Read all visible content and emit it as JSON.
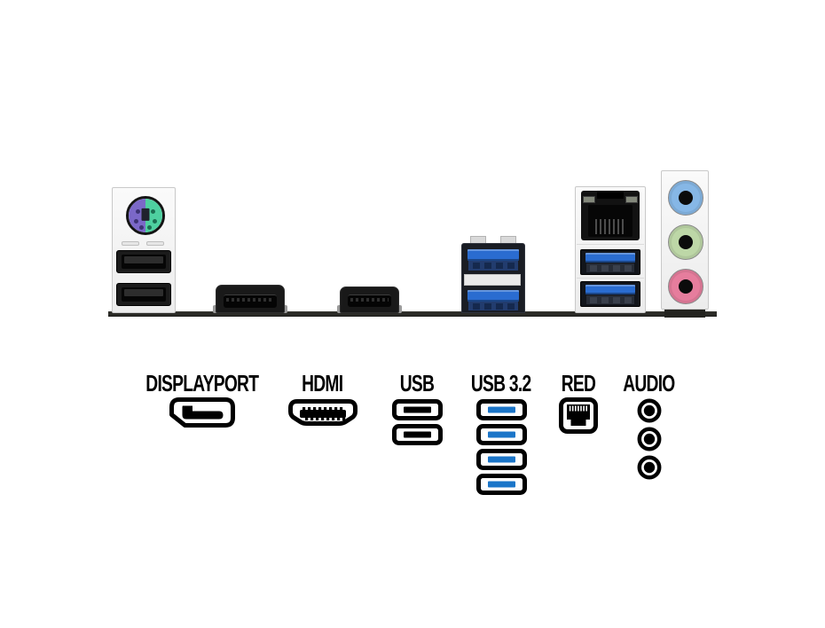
{
  "legend": {
    "items": [
      {
        "label": "DISPLAYPORT",
        "icon": "displayport-icon"
      },
      {
        "label": "HDMI",
        "icon": "hdmi-icon"
      },
      {
        "label": "USB",
        "icon": "usb-port-icon",
        "port_count": 2,
        "bar_color": "#000000"
      },
      {
        "label": "USB 3.2",
        "icon": "usb-port-icon",
        "port_count": 4,
        "bar_color": "#1b75c8"
      },
      {
        "label": "RED",
        "icon": "ethernet-icon"
      },
      {
        "label": "AUDIO",
        "icon": "audio-jack-icon",
        "jack_count": 3
      }
    ]
  },
  "panel": {
    "ps2_port": {
      "left_color": "#7b68c8",
      "right_color": "#4ed0a0"
    },
    "usb2_ports": 2,
    "usb3_mid_ports": 2,
    "lan_usb3_ports": 2,
    "usb3_tongue_color": "#2a6cd0",
    "audio_jacks": [
      {
        "name": "line-in-jack",
        "color": "#86b7e6"
      },
      {
        "name": "line-out-jack",
        "color": "#bdd7a7"
      },
      {
        "name": "mic-jack",
        "color": "#e67d9d"
      }
    ],
    "board_edge_color": "#2b2b27"
  }
}
